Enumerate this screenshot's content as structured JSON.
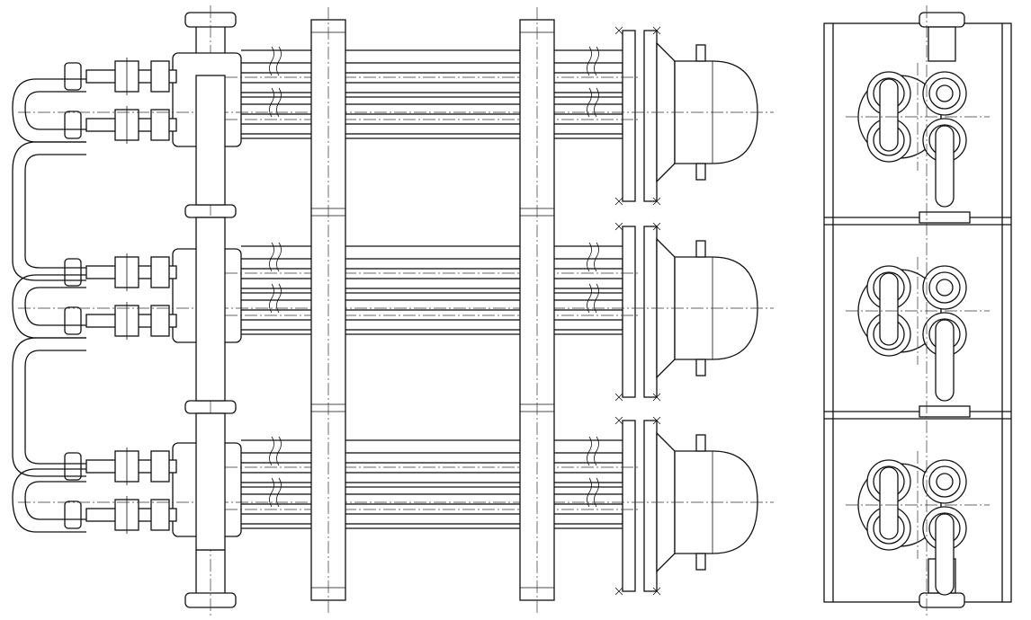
{
  "drawing": {
    "views": [
      "side-elevation",
      "end-view"
    ],
    "hairpin_sections": 3,
    "tubes_per_section": 4,
    "support_plates": 2,
    "line_color": "#111111",
    "background": "#ffffff"
  }
}
